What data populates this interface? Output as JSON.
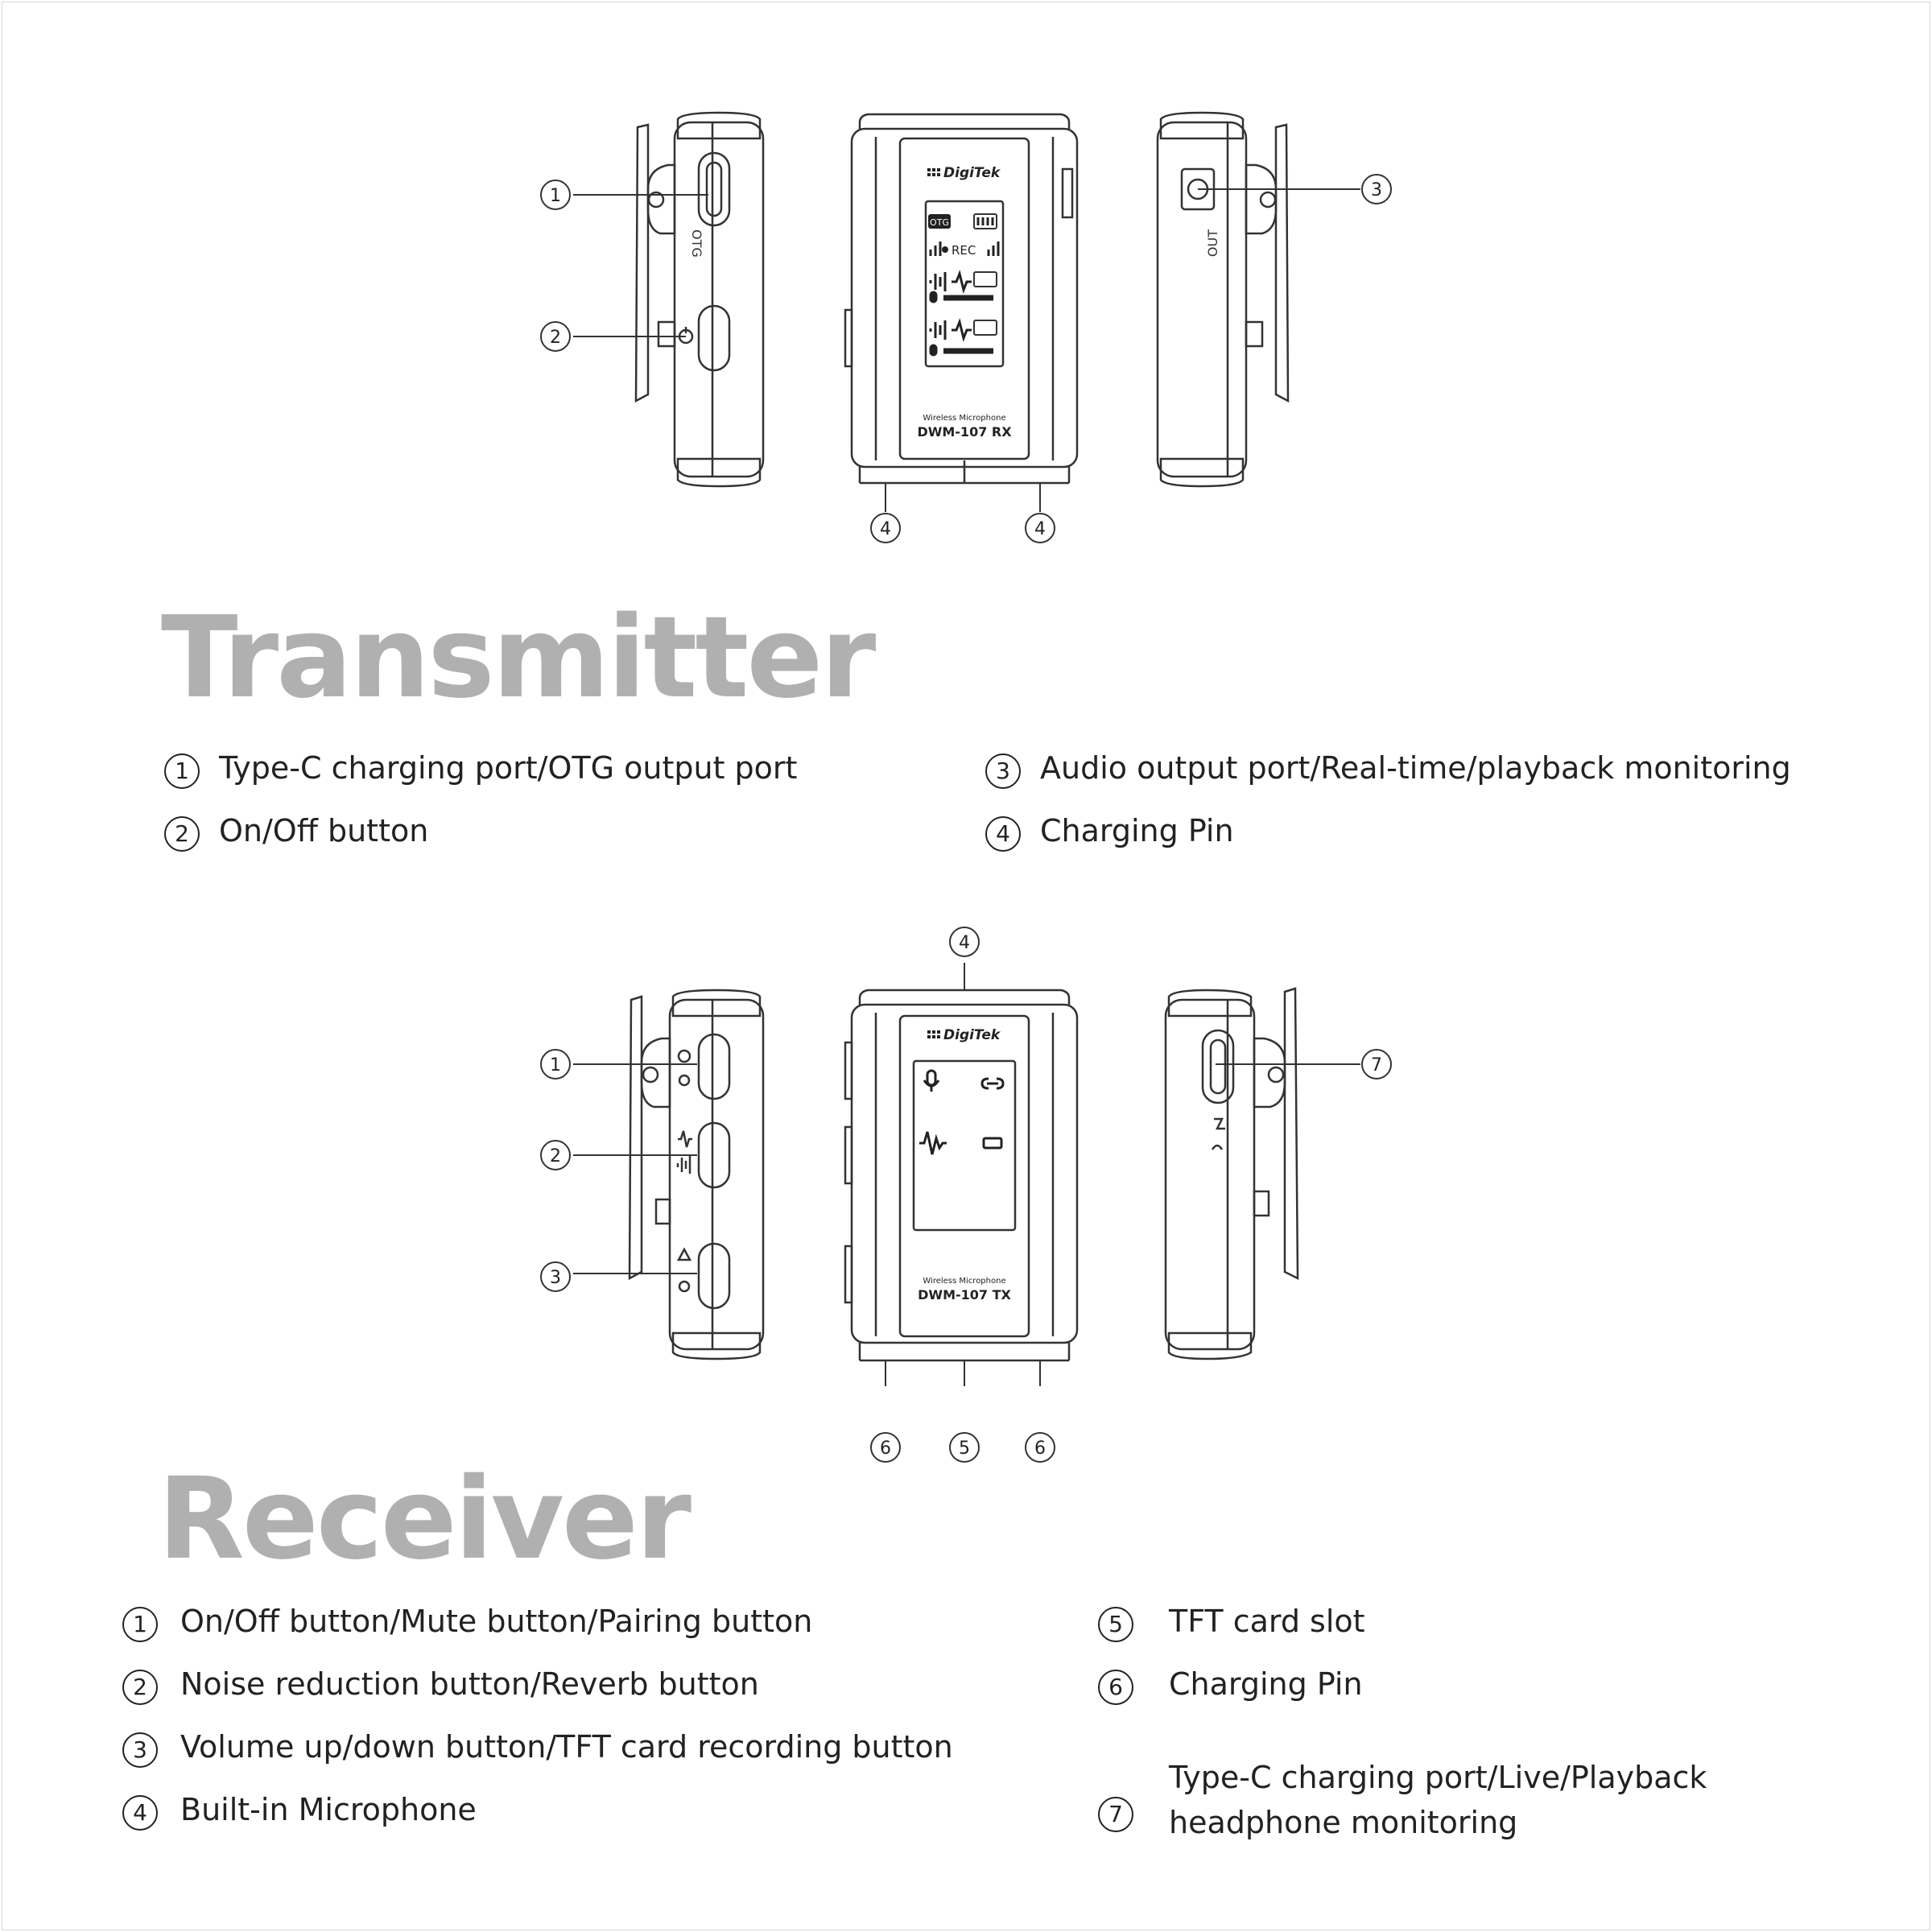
{
  "transmitter": {
    "title": "Transmitter",
    "items": [
      {
        "n": "1",
        "text": "Type-C charging port/OTG output port"
      },
      {
        "n": "2",
        "text": "On/Off button"
      },
      {
        "n": "3",
        "text": "Audio output port/Real-time/playback monitoring"
      },
      {
        "n": "4",
        "text": "Charging Pin"
      }
    ],
    "device": {
      "brand": "DigiTek",
      "caption": "Wireless Microphone",
      "model": "DWM-107  RX",
      "screen_otg": "OTG",
      "screen_rec": "REC",
      "side_left_label": "OTG",
      "side_right_label": "OUT"
    }
  },
  "receiver": {
    "title": "Receiver",
    "items": [
      {
        "n": "1",
        "text": "On/Off button/Mute button/Pairing button"
      },
      {
        "n": "2",
        "text": "Noise reduction button/Reverb button"
      },
      {
        "n": "3",
        "text": "Volume up/down button/TFT card recording button"
      },
      {
        "n": "4",
        "text": "Built-in Microphone"
      },
      {
        "n": "5",
        "text": "TFT card slot"
      },
      {
        "n": "6",
        "text": "Charging Pin"
      },
      {
        "n": "7",
        "text": "Type-C charging port/Live/Playback headphone monitoring"
      }
    ],
    "device": {
      "brand": "DigiTek",
      "caption": "Wireless Microphone",
      "model": "DWM-107  TX"
    }
  },
  "colors": {
    "title": "#b0b0b0",
    "ink": "#222222",
    "line": "#333333"
  }
}
